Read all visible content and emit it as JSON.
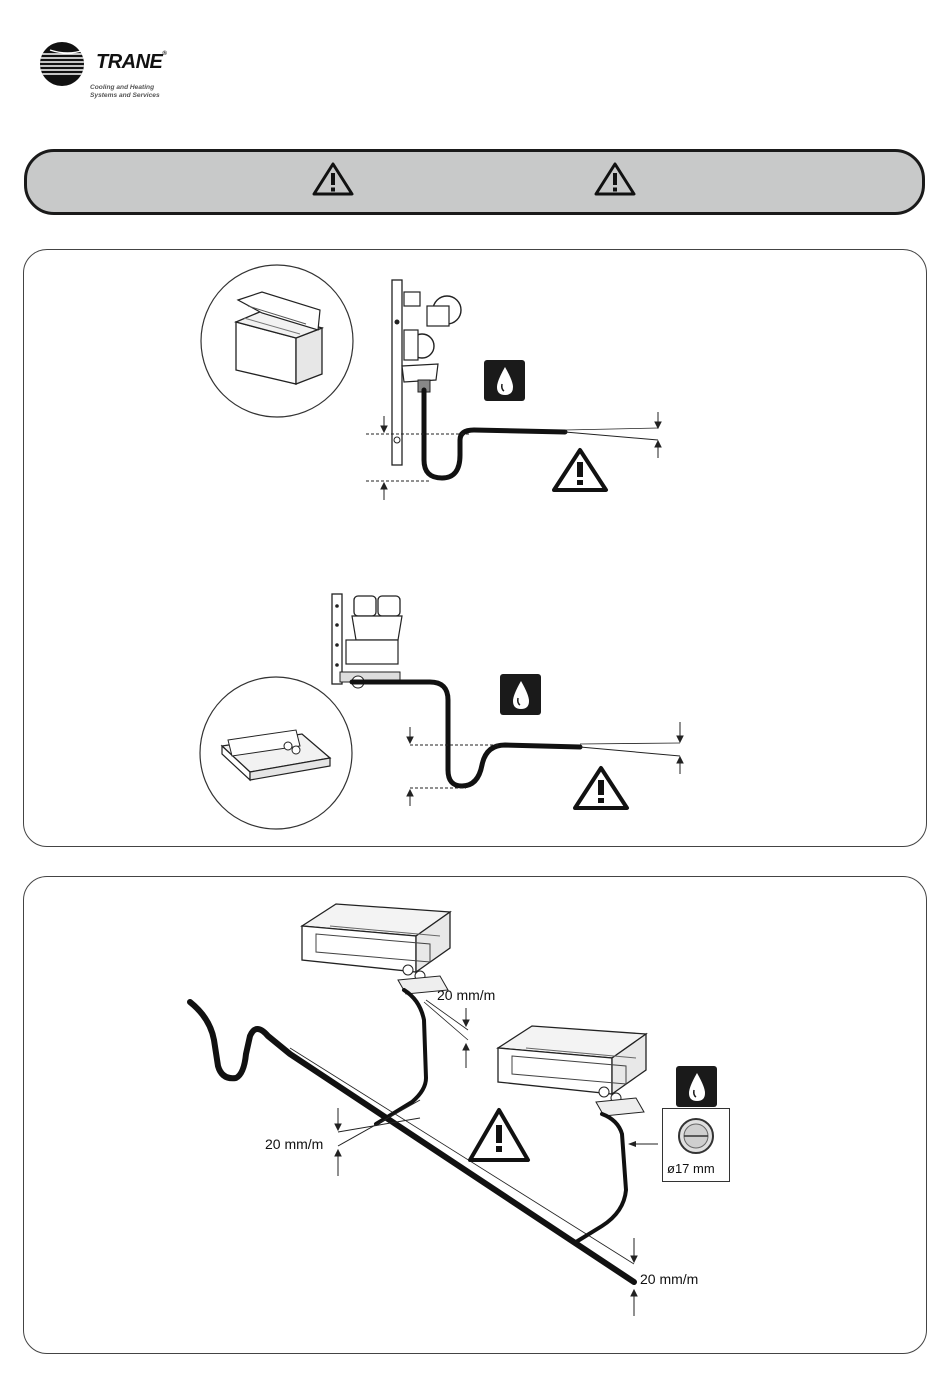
{
  "brand": {
    "name": "TRANE",
    "registered": "®",
    "tagline": "Cooling and Heating\nSystems and Services"
  },
  "colors": {
    "banner_fill": "#c8c9c9",
    "outline": "#1a1a1a",
    "pipe": "#111111",
    "icon_fill": "#1a1a1a"
  },
  "icons": {
    "banner_warning_left": "warning-triangle-icon",
    "banner_warning_right": "warning-triangle-icon",
    "water_drop": "water-drop-icon",
    "pipe_section": "pipe-cross-section-icon"
  },
  "installation": {
    "slope_labels": [
      "20 mm/m",
      "20 mm/m",
      "20 mm/m"
    ],
    "drain_diameter": "ø17 mm"
  }
}
